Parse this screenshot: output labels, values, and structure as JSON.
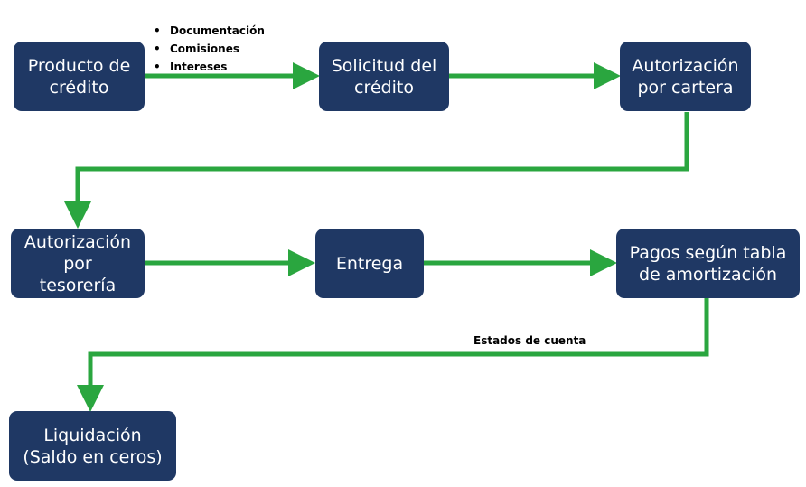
{
  "colors": {
    "box": "#1f3864",
    "arrow": "#2aa63f",
    "box_text": "#ffffff"
  },
  "nodes": {
    "producto": [
      "Producto de",
      "crédito"
    ],
    "solicitud": [
      "Solicitud del",
      "crédito"
    ],
    "aut_cartera": [
      "Autorización",
      "por cartera"
    ],
    "aut_tesoreria": [
      "Autorización",
      "por",
      "tesorería"
    ],
    "entrega": [
      "Entrega"
    ],
    "pagos": [
      "Pagos según tabla",
      "de amortización"
    ],
    "liquidacion": [
      "Liquidación",
      "(Saldo en ceros)"
    ]
  },
  "bullets": [
    "Documentación",
    "Comisiones",
    "Intereses"
  ],
  "edge_label": "Estados de cuenta"
}
